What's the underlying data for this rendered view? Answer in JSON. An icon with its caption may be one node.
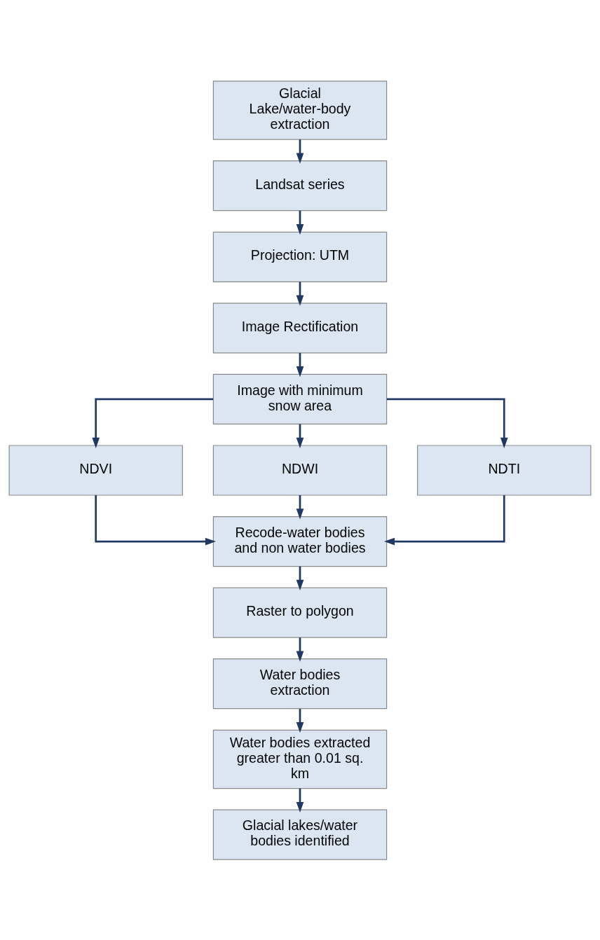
{
  "diagram": {
    "nodes": [
      {
        "text": [
          "Glacial Lake/water-body extraction"
        ]
      },
      {
        "text": [
          "Landsat series"
        ]
      },
      {
        "text": [
          "Projection: UTM"
        ]
      },
      {
        "text": [
          "Image Rectification"
        ]
      },
      {
        "text": [
          "Image with minimum snow area"
        ]
      },
      {
        "text": [
          "NDVI"
        ]
      },
      {
        "text": [
          "NDWI"
        ]
      },
      {
        "text": [
          "NDTI"
        ]
      },
      {
        "text": [
          "Recode-water bodies and non water bodies"
        ]
      },
      {
        "text": [
          "Raster to polygon"
        ]
      },
      {
        "text": [
          "Water bodies extraction"
        ]
      },
      {
        "text": [
          "Water bodies extracted greater than 0.01 sq. km"
        ]
      },
      {
        "text": [
          "Glacial lakes/water bodies identified"
        ]
      }
    ],
    "edges": [
      {
        "from": 0,
        "to": 1,
        "arrow": "to"
      },
      {
        "from": 1,
        "to": 2,
        "arrow": "to"
      },
      {
        "from": 2,
        "to": 3,
        "arrow": "to"
      },
      {
        "from": 3,
        "to": 4,
        "arrow": "to"
      },
      {
        "from": 4,
        "to": 5,
        "arrow": "to"
      },
      {
        "from": 4,
        "to": 6,
        "arrow": "to"
      },
      {
        "from": 4,
        "to": 7,
        "arrow": "to"
      },
      {
        "from": 5,
        "to": 8,
        "arrow": "to"
      },
      {
        "from": 6,
        "to": 8,
        "arrow": "to"
      },
      {
        "from": 7,
        "to": 8,
        "arrow": "to"
      },
      {
        "from": 8,
        "to": 9,
        "arrow": "to"
      },
      {
        "from": 9,
        "to": 10,
        "arrow": "to"
      },
      {
        "from": 10,
        "to": 11,
        "arrow": "to"
      },
      {
        "from": 11,
        "to": 12,
        "arrow": "to"
      }
    ]
  }
}
